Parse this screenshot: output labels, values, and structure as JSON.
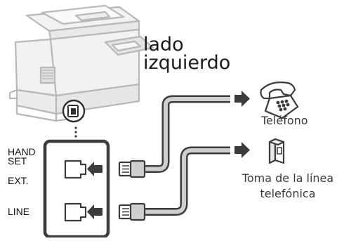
{
  "printer": {
    "side_label_line1": "lado",
    "side_label_line2": "izquierdo"
  },
  "ports": {
    "handset_line1": "HAND",
    "handset_line2": "SET",
    "ext": "EXT.",
    "line": "LINE"
  },
  "devices": {
    "telephone": "Teléfono",
    "wall_jack_line1": "Toma de la línea",
    "wall_jack_line2": "telefónica"
  },
  "colors": {
    "outline": "#3c3c3c",
    "cable_fill": "#cfcfcf",
    "printer_stroke": "#b8b8b8",
    "arrow": "#3c3c3c"
  }
}
